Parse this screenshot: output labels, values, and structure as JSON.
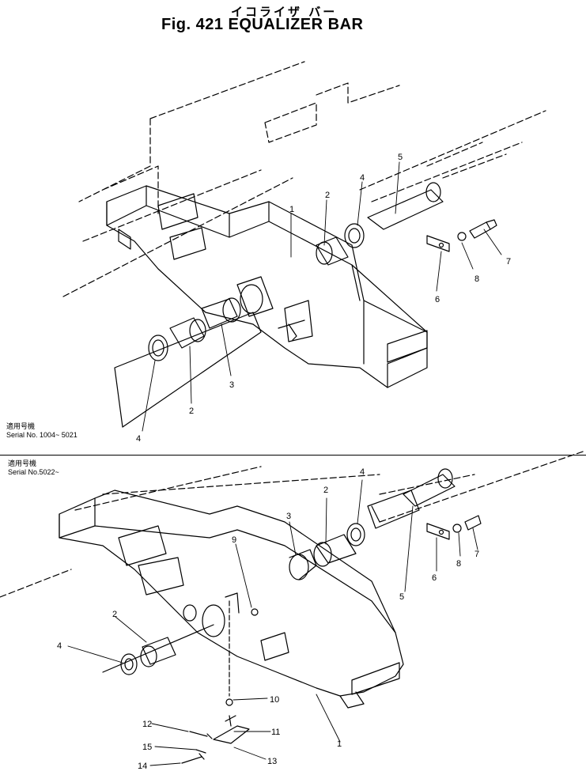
{
  "title": {
    "japanese": "イコライザ バー",
    "english": "Fig. 421  EQUALIZER BAR"
  },
  "sections": [
    {
      "serial_jp": "適用号機",
      "serial_label": "Serial No. 1004~ 5021",
      "callouts": [
        "1",
        "2",
        "4",
        "5",
        "6",
        "7",
        "8",
        "3",
        "2",
        "4"
      ]
    },
    {
      "serial_jp": "適用号機",
      "serial_label": "Serial No.5022~",
      "callouts": [
        "4",
        "2",
        "3",
        "9",
        "5",
        "6",
        "8",
        "7",
        "2",
        "4",
        "10",
        "12",
        "11",
        "15",
        "13",
        "14",
        "1"
      ]
    }
  ]
}
